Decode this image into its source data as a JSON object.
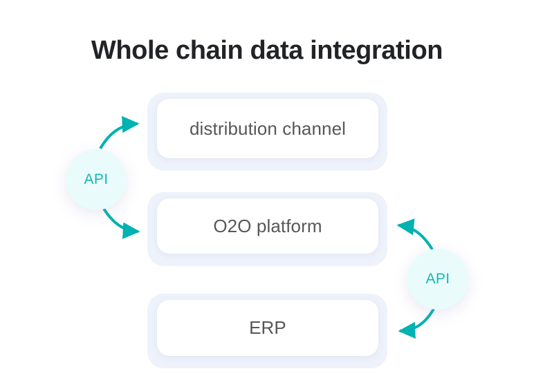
{
  "page": {
    "title": "Whole chain data integration",
    "background_color": "#ffffff"
  },
  "theme": {
    "accent_teal": "#00b2b2",
    "api_circle_fill": "#e9fbfb",
    "api_text_color": "#18b5b5",
    "card_face_color": "#ffffff",
    "card_backdrop_color": "#eef2fb",
    "card_text_color": "#555759",
    "title_color": "#222326"
  },
  "nodes": [
    {
      "id": "distribution-channel",
      "label": "distribution channel"
    },
    {
      "id": "o2o-platform",
      "label": "O2O platform"
    },
    {
      "id": "erp",
      "label": "ERP"
    }
  ],
  "api_nodes": [
    {
      "id": "api-left",
      "label": "API"
    },
    {
      "id": "api-right",
      "label": "API"
    }
  ],
  "connectors": [
    {
      "id": "api-left-to-distribution-channel",
      "from": "api-left",
      "to": "distribution-channel",
      "direction": "right"
    },
    {
      "id": "api-left-to-o2o-platform",
      "from": "api-left",
      "to": "o2o-platform",
      "direction": "right"
    },
    {
      "id": "api-right-to-o2o-platform",
      "from": "api-right",
      "to": "o2o-platform",
      "direction": "left"
    },
    {
      "id": "api-right-to-erp",
      "from": "api-right",
      "to": "erp",
      "direction": "left"
    }
  ]
}
